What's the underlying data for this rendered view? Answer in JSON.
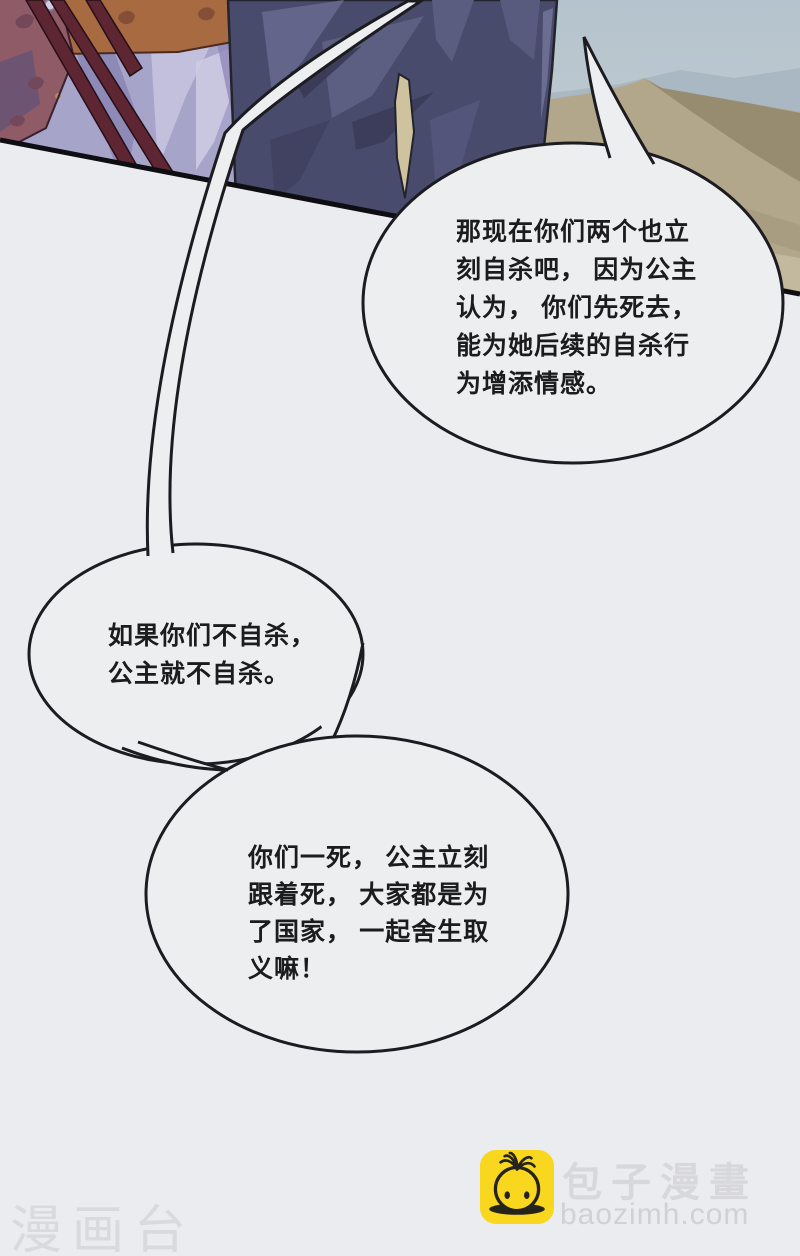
{
  "page": {
    "background_color": "#ebecef",
    "panel_colors": {
      "navy_robe": "#494b6c",
      "lavender_robe": "#a7a4ca",
      "maroon_strap": "#5e2532",
      "gold_band": "#a76a41",
      "rose_fabric": "#8f5b66",
      "sky": "#b4c3cd",
      "sand_dune": "#b2a78b",
      "inner_lining": "#cec29f"
    }
  },
  "bubbles": [
    {
      "id": "bubble-1",
      "text": "那现在你们两个也立\n刻自杀吧， 因为公主\n认为， 你们先死去，\n能为她后续的自杀行\n为增添情感。"
    },
    {
      "id": "bubble-2",
      "text": "如果你们不自杀，\n公主就不自杀。"
    },
    {
      "id": "bubble-3",
      "text": "你们一死， 公主立刻\n跟着死， 大家都是为\n了国家， 一起舍生取\n义嘛！"
    }
  ],
  "bubble_style": {
    "fill": "#edeef0",
    "stroke": "#1b1b20",
    "text_color": "#1c1c1e"
  },
  "footer": {
    "watermark_left": "漫画台",
    "watermark_left_color": "#dadade",
    "site_name": "包子漫畫",
    "site_url": "baozimh.com",
    "logo_icon": "baozi-bun-icon",
    "logo_background": "#f8d71e",
    "logo_ink": "#24241c"
  }
}
